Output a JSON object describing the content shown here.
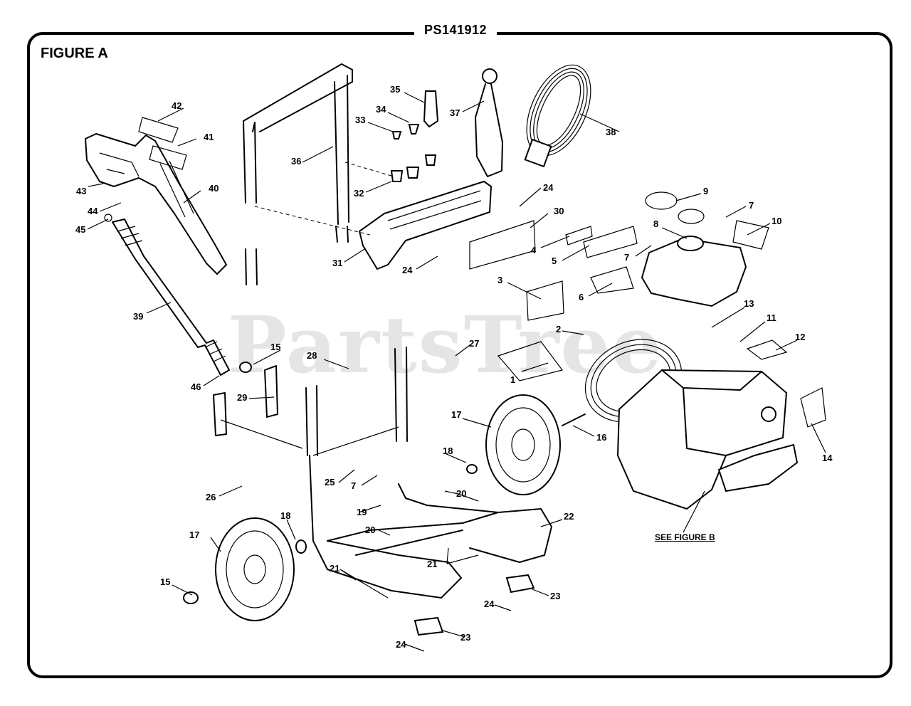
{
  "header": {
    "model": "PS141912"
  },
  "figure": {
    "label": "FIGURE A",
    "reference": "SEE FIGURE B"
  },
  "watermark": "PartsTree",
  "callouts": {
    "c42": "42",
    "c41": "41",
    "c43": "43",
    "c40": "40",
    "c44": "44",
    "c45": "45",
    "c39": "39",
    "c46": "46",
    "c36": "36",
    "c35": "35",
    "c34": "34",
    "c33": "33",
    "c37": "37",
    "c38": "38",
    "c32": "32",
    "c24a": "24",
    "c30": "30",
    "c31": "31",
    "c24b": "24",
    "c9": "9",
    "c7a": "7",
    "c10": "10",
    "c8": "8",
    "c4": "4",
    "c5": "5",
    "c7b": "7",
    "c6": "6",
    "c3": "3",
    "c13": "13",
    "c11": "11",
    "c12": "12",
    "c2": "2",
    "c1": "1",
    "c15a": "15",
    "c28": "28",
    "c27": "27",
    "c29": "29",
    "c17a": "17",
    "c16": "16",
    "c14": "14",
    "c18a": "18",
    "c25a": "25",
    "c7c": "7",
    "c20a": "20",
    "c26": "26",
    "c19": "19",
    "c22": "22",
    "c18b": "18",
    "c20b": "20",
    "c17b": "17",
    "c21a": "21",
    "c21b": "21",
    "c15b": "15",
    "c23a": "23",
    "c24c": "24",
    "c23b": "23",
    "c24d": "24"
  }
}
